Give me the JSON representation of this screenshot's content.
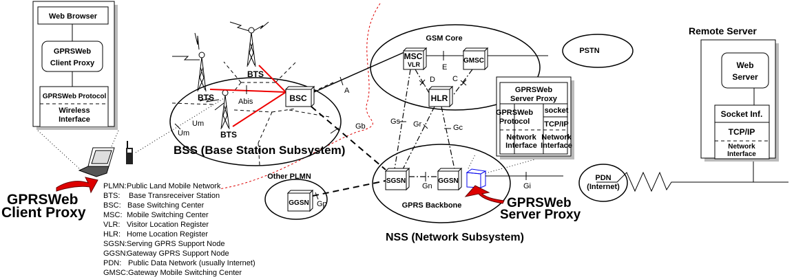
{
  "client": {
    "web_browser": "Web Browser",
    "proxy_line1": "GPRSWeb",
    "proxy_line2": "Client Proxy",
    "protocol": "GPRSWeb Protocol",
    "wireless_line1": "Wireless",
    "wireless_line2": "Interface",
    "callout_line1": "GPRSWeb",
    "callout_line2": "Client Proxy"
  },
  "bss": {
    "title": "BSS (Base Station Subsystem)",
    "bts": "BTS",
    "bsc": "BSC",
    "abis": "Abis",
    "um": "Um"
  },
  "gsm_core": {
    "title": "GSM Core",
    "msc": "MSC",
    "vlr": "VLR",
    "gmsc": "GMSC",
    "hlr": "HLR",
    "pstn": "PSTN"
  },
  "interfaces": {
    "a": "A",
    "e": "E",
    "d": "D",
    "c": "C",
    "gb": "Gb",
    "gs": "Gs",
    "gr": "Gr",
    "gc": "Gc",
    "gn": "Gn",
    "gi": "Gi",
    "gp": "Gp"
  },
  "server_proxy": {
    "title_line1": "GPRSWeb",
    "title_line2": "Server Proxy",
    "protocol_line1": "GPRSWeb",
    "protocol_line2": "Protocol",
    "socket": "socket",
    "tcpip": "TCP/IP",
    "net_line1": "Network",
    "net_line2": "Interface",
    "callout_line1": "GPRSWeb",
    "callout_line2": "Server Proxy"
  },
  "nss": {
    "title": "NSS (Network Subsystem)",
    "backbone": "GPRS Backbone",
    "sgsn": "SGSN",
    "ggsn": "GGSN",
    "other_plmn": "Other PLMN",
    "pdn_line1": "PDN",
    "pdn_line2": "(Internet)"
  },
  "remote": {
    "title": "Remote Server",
    "web_line1": "Web",
    "web_line2": "Server",
    "socket": "Socket Inf.",
    "tcpip": "TCP/IP",
    "net_line1": "Network",
    "net_line2": "Interface"
  },
  "legend": [
    {
      "abbr": "PLMN:",
      "desc": "Public Land Mobile Network"
    },
    {
      "abbr": "BTS:",
      "desc": "Base Transreceiver Station"
    },
    {
      "abbr": "BSC:",
      "desc": "Base Switching Center"
    },
    {
      "abbr": "MSC:",
      "desc": "Mobile Switching Center"
    },
    {
      "abbr": "VLR:",
      "desc": "Visitor Location Register"
    },
    {
      "abbr": "HLR:",
      "desc": "Home Location Register"
    },
    {
      "abbr": "SGSN:",
      "desc": "Serving GPRS Support Node"
    },
    {
      "abbr": "GGSN:",
      "desc": "Gateway GPRS Support Node"
    },
    {
      "abbr": "PDN:",
      "desc": "Public Data Network (usually Internet)"
    },
    {
      "abbr": "GMSC:",
      "desc": "Gateway Mobile Switching Center"
    }
  ],
  "colors": {
    "highlight": "#e00000",
    "proxy_node": "#0000ee",
    "arrow": "#cc0000"
  }
}
